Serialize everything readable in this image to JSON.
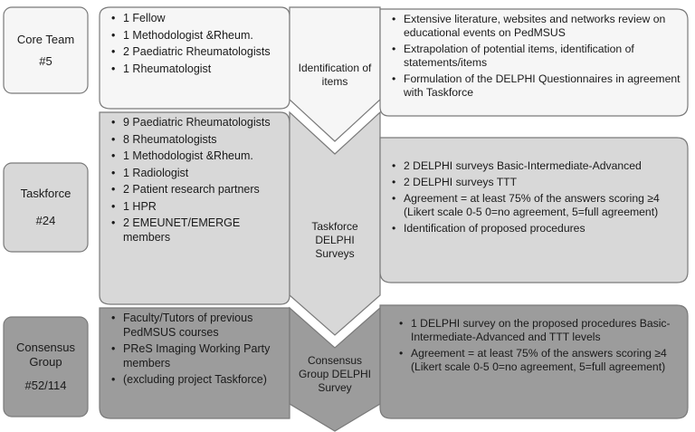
{
  "rows": [
    {
      "group": {
        "name": "Core Team",
        "count": "#5"
      },
      "members": [
        "1 Fellow",
        "1 Methodologist &Rheum.",
        "2 Paediatric Rheumatologists",
        "1 Rheumatologist"
      ],
      "stage": "Identification of items",
      "activities": [
        "Extensive literature, websites and networks review on educational events on PedMSUS",
        "Extrapolation of potential items, identification of statements/items",
        "Formulation of the DELPHI Questionnaires in agreement with Taskforce"
      ]
    },
    {
      "group": {
        "name": "Taskforce",
        "count": "#24"
      },
      "members": [
        "9 Paediatric Rheumatologists",
        "8 Rheumatologists",
        "1 Methodologist &Rheum.",
        "1 Radiologist",
        "2 Patient research partners",
        "1 HPR",
        "2 EMEUNET/EMERGE members"
      ],
      "stage": "Taskforce DELPHI Surveys",
      "activities": [
        "2 DELPHI surveys Basic-Intermediate-Advanced",
        "2 DELPHI surveys TTT",
        "Agreement = at least 75% of the answers scoring ≥4 (Likert scale 0-5 0=no agreement, 5=full agreement)",
        "Identification of proposed procedures"
      ]
    },
    {
      "group": {
        "name": "Consensus Group",
        "count": "#52/114"
      },
      "members": [
        "Faculty/Tutors of previous PedMSUS courses",
        "PReS Imaging Working Party members",
        "(excluding project Taskforce)"
      ],
      "stage": "Consensus Group DELPHI Survey",
      "activities": [
        "1 DELPHI survey on the proposed procedures Basic-Intermediate-Advanced and TTT levels",
        "Agreement = at least 75% of the answers scoring ≥4 (Likert scale 0-5 0=no agreement, 5=full agreement)"
      ]
    }
  ],
  "colors": {
    "row1_fill": "#f6f6f6",
    "row2_fill": "#d8d8d8",
    "row3_fill": "#9c9c9c",
    "stroke": "#7a7a7a"
  }
}
